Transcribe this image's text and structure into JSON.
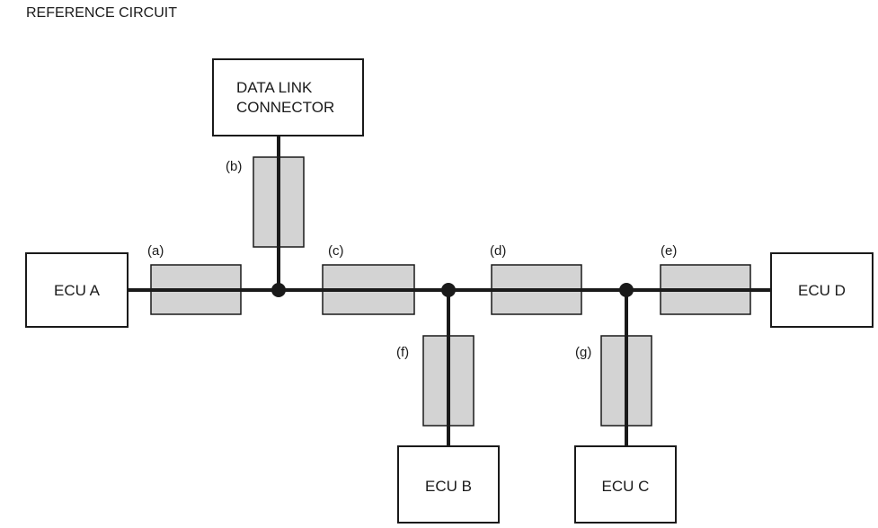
{
  "title": "REFERENCE CIRCUIT",
  "ecus": {
    "a": "ECU A",
    "b": "ECU B",
    "c": "ECU C",
    "d": "ECU D"
  },
  "data_link_connector": {
    "line1": "DATA LINK",
    "line2": "CONNECTOR"
  },
  "segments": {
    "a": "(a)",
    "b": "(b)",
    "c": "(c)",
    "d": "(d)",
    "e": "(e)",
    "f": "(f)",
    "g": "(g)"
  },
  "colors": {
    "line": "#1a1a1a",
    "segment_fill": "#d3d3d3",
    "box_fill": "#ffffff"
  }
}
